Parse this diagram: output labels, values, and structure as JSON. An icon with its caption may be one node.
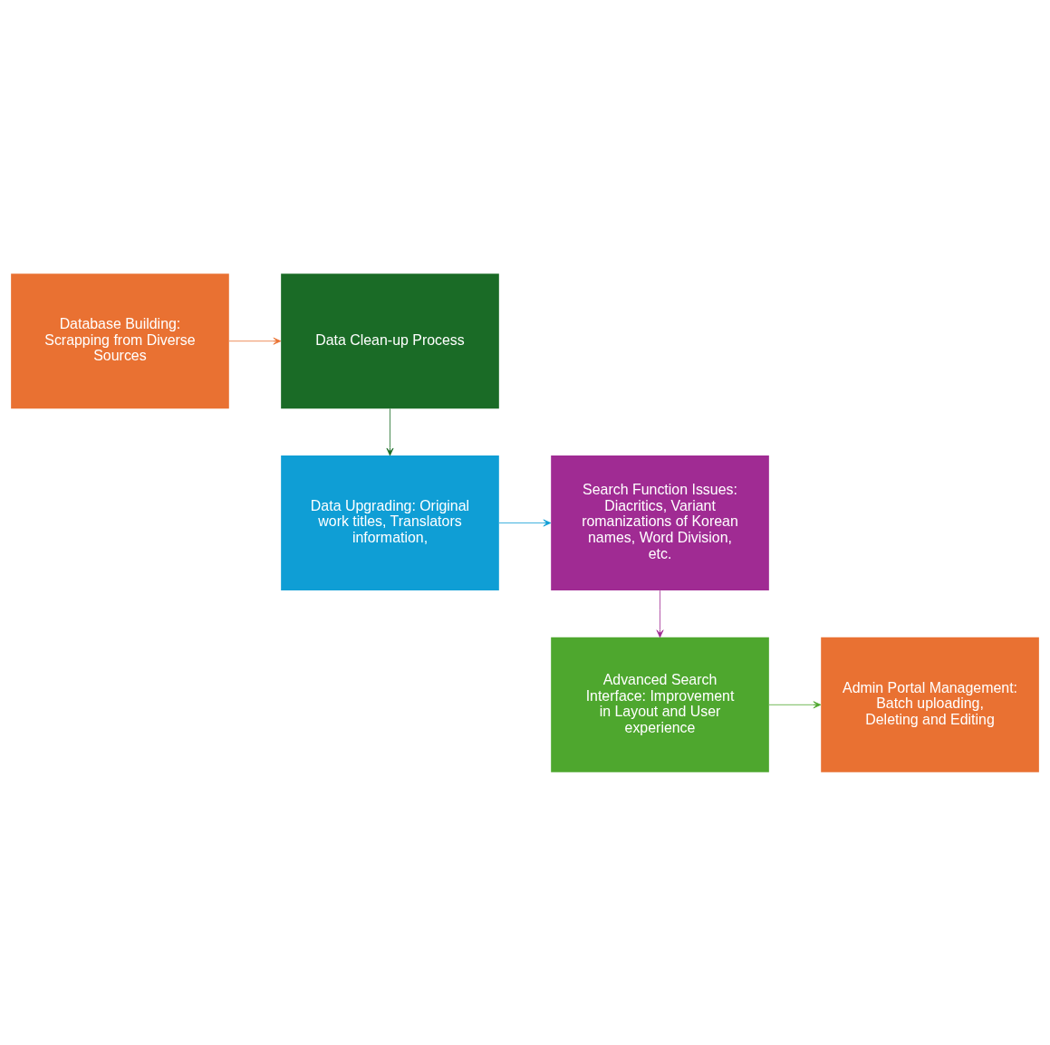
{
  "diagram": {
    "nodes": [
      {
        "text": [
          "Database Building: Scrapping from Diverse Sources"
        ]
      },
      {
        "text": [
          "Data Clean-up Process"
        ]
      },
      {
        "text": [
          "Data Upgrading: Original work titles, Translators information,"
        ]
      },
      {
        "text": [
          "Search Function Issues: Diacritics, Variant romanizations of Korean names, Word Division, etc."
        ]
      },
      {
        "text": [
          "Advanced Search Interface: Improvement in Layout and User experience"
        ]
      },
      {
        "text": [
          "Admin Portal Management: Batch uploading, Deleting and Editing"
        ]
      }
    ],
    "edges": [
      {
        "from": 0,
        "to": 1,
        "arrow": "to",
        "color": "#e97132"
      },
      {
        "from": 1,
        "to": 2,
        "arrow": "to",
        "color": "#1a6b26"
      },
      {
        "from": 2,
        "to": 3,
        "arrow": "to",
        "color": "#0f9ed5"
      },
      {
        "from": 3,
        "to": 4,
        "arrow": "to",
        "color": "#a02b93"
      },
      {
        "from": 4,
        "to": 5,
        "arrow": "to",
        "color": "#4ea72e"
      }
    ]
  }
}
